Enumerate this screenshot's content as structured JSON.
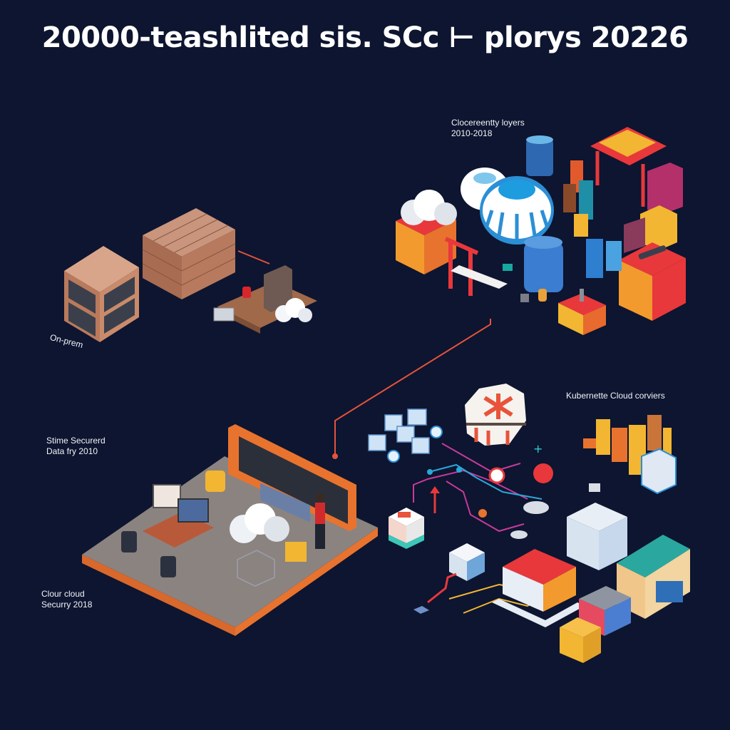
{
  "title": "20000-teashlited sis. SCc ⊢ plorys 20226",
  "colors": {
    "background": "#0d1530",
    "connector": "#e5533a",
    "accent_blue": "#2b8fd6",
    "accent_red": "#e8383b",
    "accent_orange": "#e8732e",
    "accent_yellow": "#f2b632"
  },
  "sections": [
    {
      "id": "on-prem",
      "label_lines": [
        "On-prem"
      ]
    },
    {
      "id": "cloud-layers",
      "label_lines": [
        "Clocereentty loyers",
        "2010-2018"
      ]
    },
    {
      "id": "secured-data",
      "label_lines": [
        "Stime Securerd",
        "Data fry 2010"
      ]
    },
    {
      "id": "cloud-security",
      "label_lines": [
        "Clour cloud",
        "Securry 2018"
      ]
    },
    {
      "id": "kubernetes",
      "label_lines": [
        "Kubernette Cloud corviers"
      ]
    }
  ],
  "illustrations": [
    {
      "name": "server-rack-small",
      "section": "on-prem"
    },
    {
      "name": "server-rack-large",
      "section": "on-prem"
    },
    {
      "name": "workbench-with-cloud",
      "section": "on-prem"
    },
    {
      "name": "storage-domes",
      "section": "cloud-layers"
    },
    {
      "name": "cloud-data-center",
      "section": "cloud-layers"
    },
    {
      "name": "security-operations-room",
      "section": "secured-data"
    },
    {
      "name": "microservice-network",
      "section": "kubernetes"
    },
    {
      "name": "kubernetes-buildings",
      "section": "kubernetes"
    }
  ]
}
